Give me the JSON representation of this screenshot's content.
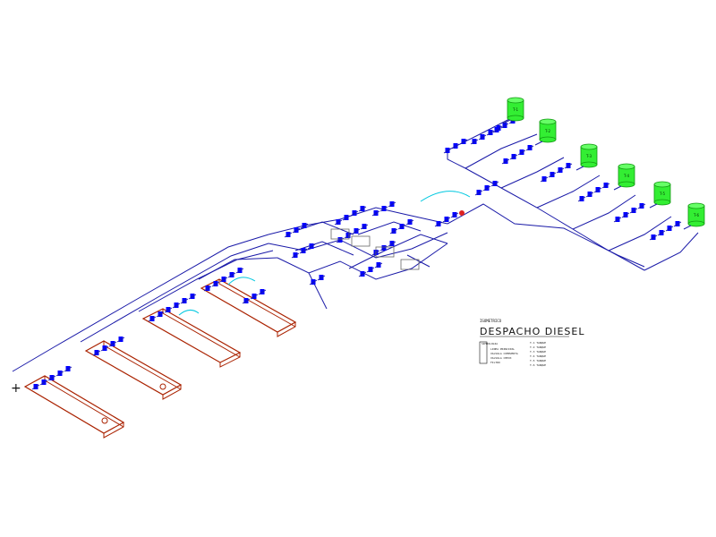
{
  "title": {
    "tag": "ISOMETRICO",
    "text": "DESPACHO DIESEL"
  },
  "legend": {
    "left": [
      "SIMBOLOGIA",
      "LINEA PRINCIPAL",
      "VALVULA COMPUERTA",
      "VALVULA CHECK",
      "FILTRO"
    ],
    "right": [
      "T-1  TANQUE",
      "T-2  TANQUE",
      "T-3  TANQUE",
      "T-4  TANQUE",
      "T-5  TANQUE",
      "T-6  TANQUE"
    ]
  },
  "colors": {
    "pipe": "#1a1aa8",
    "fitting": "#0000ff",
    "cyan": "#00c8e0",
    "tank": "#33ee33",
    "slab": "#aa2200",
    "label": "#444444"
  },
  "tanks": [
    {
      "label": "T-1"
    },
    {
      "label": "T-2"
    },
    {
      "label": "T-3"
    },
    {
      "label": "T-4"
    },
    {
      "label": "T-5"
    },
    {
      "label": "T-6"
    }
  ],
  "cursor": {
    "glyph": "+"
  }
}
